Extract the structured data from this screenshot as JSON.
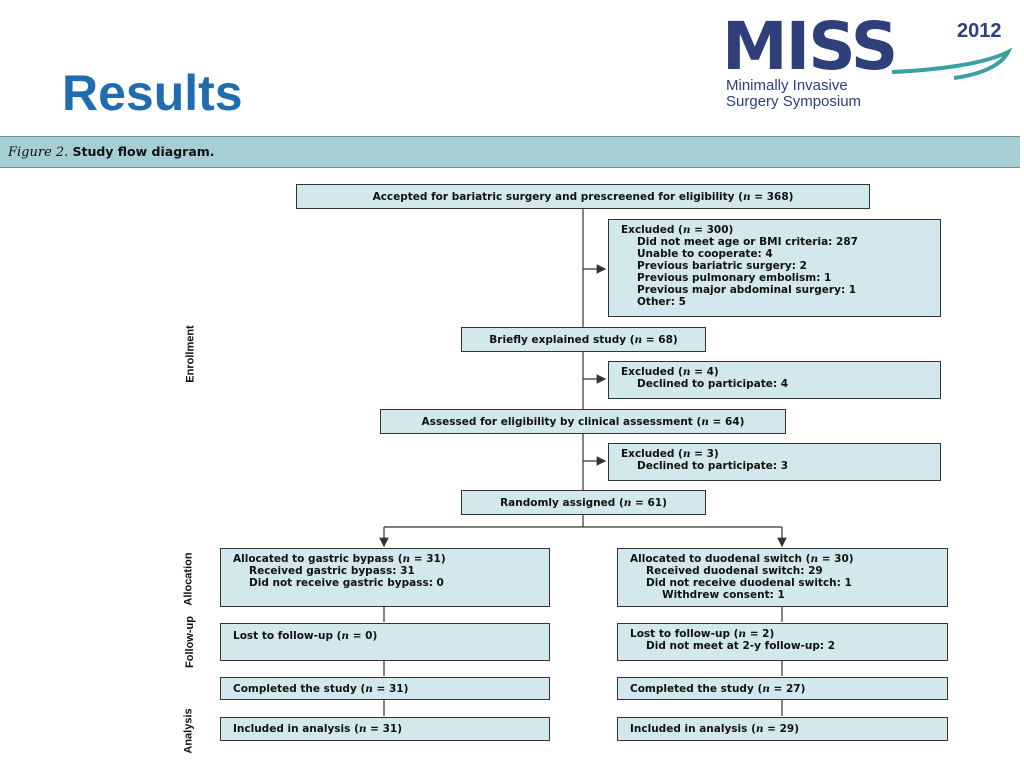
{
  "slide": {
    "title": "Results"
  },
  "logo": {
    "main": "MISS",
    "year": "2012",
    "line1": "Minimally Invasive",
    "line2": "Surgery Symposium",
    "color": "#2e3f7a",
    "swoosh": "#3aa0a0"
  },
  "figure": {
    "label": "Figure 2.",
    "title": "Study flow diagram."
  },
  "stages": {
    "enrollment": "Enrollment",
    "allocation": "Allocation",
    "followup": "Follow-up",
    "analysis": "Analysis"
  },
  "boxes": {
    "prescreened": {
      "text": "Accepted for bariatric surgery and prescreened for eligibility (",
      "n": "n",
      "count": " = 368)"
    },
    "excluded1": {
      "head": "Excluded (",
      "n": "n",
      "count": " = 300)",
      "reasons": [
        "Did not meet age or BMI criteria: 287",
        "Unable to cooperate: 4",
        "Previous bariatric surgery: 2",
        "Previous pulmonary embolism: 1",
        "Previous major abdominal surgery: 1",
        "Other: 5"
      ]
    },
    "explained": {
      "text": "Briefly explained study (",
      "n": "n",
      "count": " = 68)"
    },
    "excluded2": {
      "head": "Excluded (",
      "n": "n",
      "count": " = 4)",
      "reasons": [
        "Declined to participate: 4"
      ]
    },
    "assessed": {
      "text": "Assessed for eligibility by clinical assessment (",
      "n": "n",
      "count": " = 64)"
    },
    "excluded3": {
      "head": "Excluded (",
      "n": "n",
      "count": " = 3)",
      "reasons": [
        "Declined to participate: 3"
      ]
    },
    "randomized": {
      "text": "Randomly assigned (",
      "n": "n",
      "count": " = 61)"
    },
    "alloc_gb": {
      "head": "Allocated to gastric bypass (",
      "n": "n",
      "count": " = 31)",
      "lines": [
        "Received gastric bypass: 31",
        "Did not receive gastric bypass: 0"
      ]
    },
    "alloc_ds": {
      "head": "Allocated to duodenal switch (",
      "n": "n",
      "count": " = 30)",
      "lines": [
        "Received duodenal switch: 29",
        "Did not receive duodenal switch: 1"
      ],
      "sub": "Withdrew consent: 1"
    },
    "lost_gb": {
      "head": "Lost to follow-up (",
      "n": "n",
      "count": " = 0)"
    },
    "lost_ds": {
      "head": "Lost to follow-up (",
      "n": "n",
      "count": " = 2)",
      "lines": [
        "Did not meet at 2-y follow-up: 2"
      ]
    },
    "completed_gb": {
      "head": "Completed the study (",
      "n": "n",
      "count": " = 31)"
    },
    "completed_ds": {
      "head": "Completed the study (",
      "n": "n",
      "count": " = 27)"
    },
    "analysis_gb": {
      "head": "Included in analysis (",
      "n": "n",
      "count": " = 31)"
    },
    "analysis_ds": {
      "head": "Included in analysis (",
      "n": "n",
      "count": " = 29)"
    }
  },
  "colors": {
    "title": "#1f6db0",
    "bar": "#a6cfd4",
    "box": "#d3e8ec"
  }
}
